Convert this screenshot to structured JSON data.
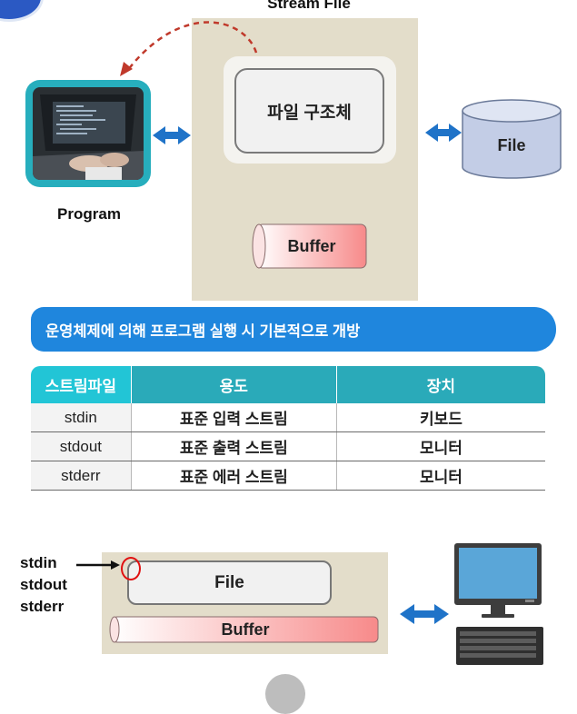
{
  "diagram": {
    "stream_title": "Stream File",
    "struct_label": "파일 구조체",
    "buffer_label": "Buffer",
    "program_label": "Program",
    "file_label": "File"
  },
  "banner": {
    "text": "운영체제에 의해 프로그램 실행 시 기본적으로 개방"
  },
  "table": {
    "headers": [
      "스트림파일",
      "용도",
      "장치"
    ],
    "rows": [
      [
        "stdin",
        "표준 입력 스트림",
        "키보드"
      ],
      [
        "stdout",
        "표준 출력 스트림",
        "모니터"
      ],
      [
        "stderr",
        "표준 에러 스트림",
        "모니터"
      ]
    ]
  },
  "bottom": {
    "streams": [
      "stdin",
      "stdout",
      "stderr"
    ],
    "file_label": "File",
    "buffer_label": "Buffer"
  },
  "colors": {
    "panel": "#e3ddca",
    "accent_blue": "#1f86dd",
    "teal": "#2aaab9",
    "arrow_red": "#c0392b"
  }
}
